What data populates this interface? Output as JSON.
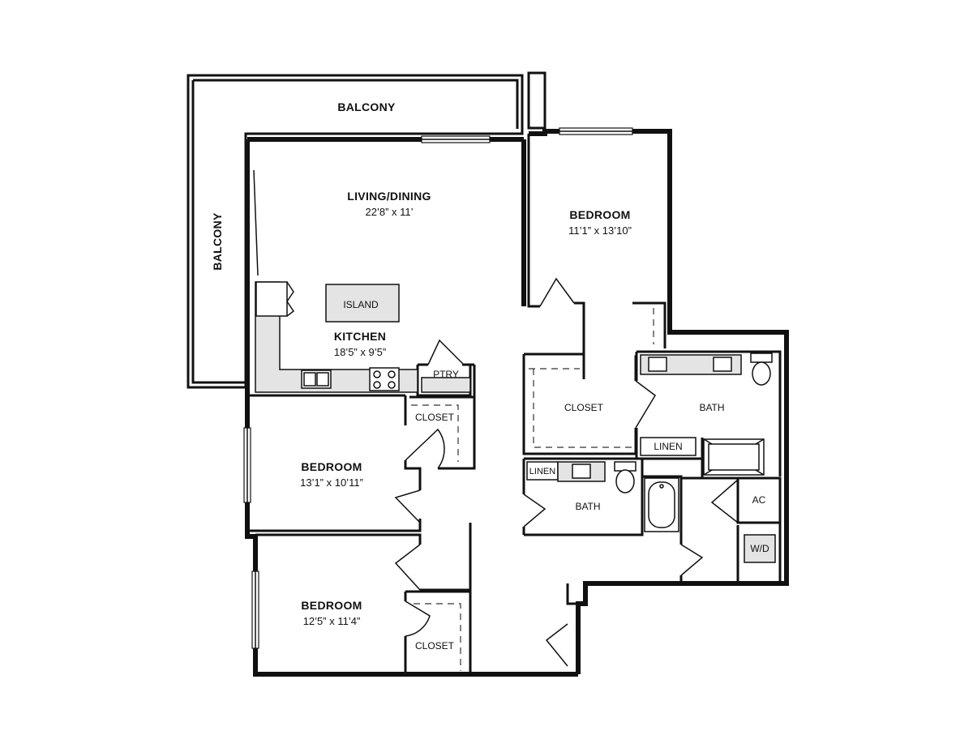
{
  "rooms": {
    "balcony_top": {
      "name": "BALCONY"
    },
    "balcony_side": {
      "name": "BALCONY"
    },
    "living": {
      "name": "LIVING/DINING",
      "dims": "22’8” x 11’"
    },
    "island": {
      "name": "ISLAND"
    },
    "kitchen": {
      "name": "KITCHEN",
      "dims": "18’5” x 9’5”"
    },
    "pantry": {
      "name": "PTRY"
    },
    "bedroom_master": {
      "name": "BEDROOM",
      "dims": "11’1” x 13’10”"
    },
    "closet_master": {
      "name": "CLOSET"
    },
    "bath_master": {
      "name": "BATH"
    },
    "linen_master": {
      "name": "LINEN"
    },
    "bath_hall": {
      "name": "BATH"
    },
    "linen_hall": {
      "name": "LINEN"
    },
    "ac": {
      "name": "AC"
    },
    "wd": {
      "name": "W/D"
    },
    "bedroom_2": {
      "name": "BEDROOM",
      "dims": "13’1” x 10’11”"
    },
    "closet_2": {
      "name": "CLOSET"
    },
    "bedroom_3": {
      "name": "BEDROOM",
      "dims": "12’5” x 11’4”"
    },
    "closet_3": {
      "name": "CLOSET"
    }
  }
}
